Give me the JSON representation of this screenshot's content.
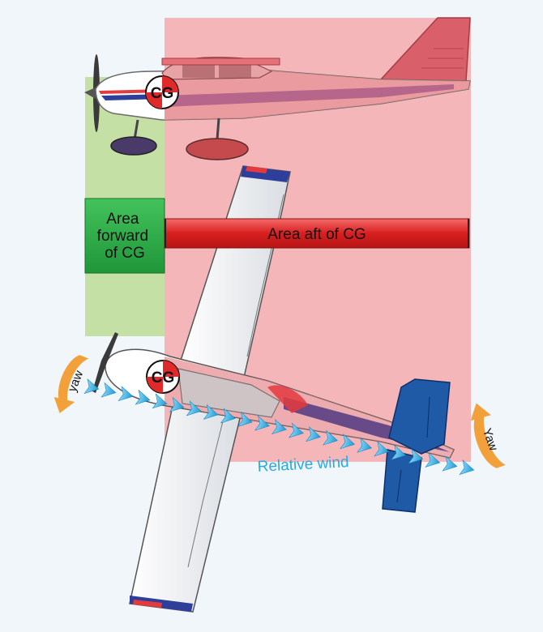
{
  "labels": {
    "cg_top": "CG",
    "cg_bottom": "CG",
    "area_forward": [
      "Area",
      "forward",
      "of CG"
    ],
    "area_aft": "Area aft of CG",
    "relative_wind": "Relative wind",
    "yaw_left": "yaw",
    "yaw_right": "Yaw"
  },
  "colors": {
    "background": "#f1f6fb",
    "forward_area": "#c5e0a5",
    "forward_box": "#27a844",
    "aft_area": "#f4b6b8",
    "aft_bar": "#e02a2a",
    "wind_arrow": "#29a9e1",
    "yaw_arrow": "#f2a13a",
    "tail_blue": "#1f5aa6",
    "fuselage_red": "#e33a3d"
  },
  "wind": {
    "arrow_count": 23
  }
}
